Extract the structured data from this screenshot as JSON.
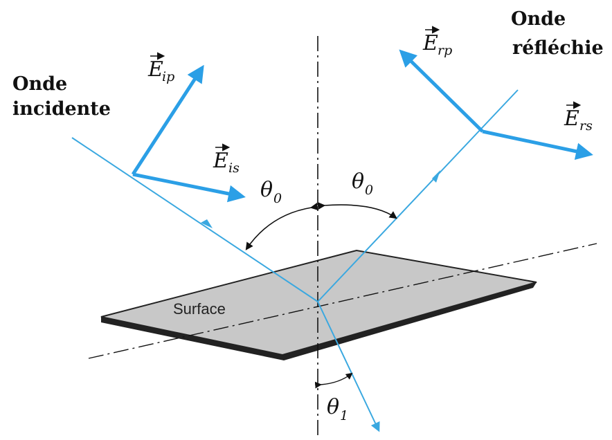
{
  "labels": {
    "incident_wave_line1": "Onde",
    "incident_wave_line2": "incidente",
    "reflected_wave_line1": "Onde",
    "reflected_wave_line2": "réfléchie",
    "surface": "Surface"
  },
  "vectors": {
    "e_ip": {
      "symbol": "E",
      "sub": "ip"
    },
    "e_is": {
      "symbol": "E",
      "sub": "is"
    },
    "e_rp": {
      "symbol": "E",
      "sub": "rp"
    },
    "e_rs": {
      "symbol": "E",
      "sub": "rs"
    }
  },
  "angles": {
    "incidence_left": {
      "symbol": "θ",
      "sub": "0"
    },
    "incidence_right": {
      "symbol": "θ",
      "sub": "0"
    },
    "refraction": {
      "symbol": "θ",
      "sub": "1"
    }
  },
  "colors": {
    "ray": "#3aa8e0",
    "vector": "#2b9fe6",
    "surface_fill": "#c8c8c8",
    "surface_edge": "#222222",
    "axis": "#111111"
  }
}
